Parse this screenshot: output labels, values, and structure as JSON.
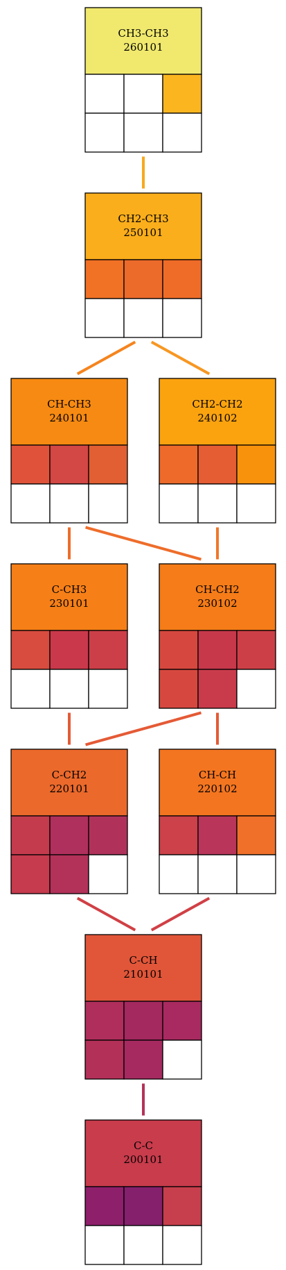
{
  "nodes": [
    {
      "id": "n260101",
      "label": "CH3-CH3",
      "code": "260101",
      "color": "#f0e96e",
      "cells": [
        "#ffffff",
        "#ffffff",
        "#fbb61f",
        "#ffffff",
        "#ffffff",
        "#ffffff"
      ]
    },
    {
      "id": "n250101",
      "label": "CH2-CH3",
      "code": "250101",
      "color": "#fbae1b",
      "cells": [
        "#f17225",
        "#ec6b2b",
        "#ef6c28",
        "#ffffff",
        "#ffffff",
        "#ffffff"
      ]
    },
    {
      "id": "n240101",
      "label": "CH-CH3",
      "code": "240101",
      "color": "#f78a12",
      "cells": [
        "#e0533a",
        "#d34744",
        "#e15f32",
        "#ffffff",
        "#ffffff",
        "#ffffff"
      ]
    },
    {
      "id": "n240102",
      "label": "CH2-CH2",
      "code": "240102",
      "color": "#fba30f",
      "cells": [
        "#ee6a2b",
        "#e55d33",
        "#f8920d",
        "#ffffff",
        "#ffffff",
        "#ffffff"
      ]
    },
    {
      "id": "n230101",
      "label": "C-CH3",
      "code": "230101",
      "color": "#f67f17",
      "cells": [
        "#d74c3f",
        "#c9394b",
        "#cc3f48",
        "#ffffff",
        "#ffffff",
        "#ffffff"
      ]
    },
    {
      "id": "n230102",
      "label": "CH-CH2",
      "code": "230102",
      "color": "#f57c18",
      "cells": [
        "#d6483f",
        "#c7384b",
        "#cd3f47",
        "#d6483f",
        "#c93b4b",
        "#ffffff"
      ]
    },
    {
      "id": "n220101",
      "label": "C-CH2",
      "code": "220101",
      "color": "#eb692b",
      "cells": [
        "#c53b4e",
        "#af305c",
        "#b0325b",
        "#c63b4d",
        "#b2325a",
        "#ffffff"
      ]
    },
    {
      "id": "n220102",
      "label": "CH-CH",
      "code": "220102",
      "color": "#f47520",
      "cells": [
        "#cc414a",
        "#b9365a",
        "#f0702a",
        "#ffffff",
        "#ffffff",
        "#ffffff"
      ]
    },
    {
      "id": "n210101",
      "label": "C-CH",
      "code": "210101",
      "color": "#e15639",
      "cells": [
        "#b02e5c",
        "#a4295f",
        "#a92a60",
        "#b33059",
        "#a62a60",
        "#ffffff"
      ]
    },
    {
      "id": "n200101",
      "label": "C-C",
      "code": "200101",
      "color": "#c83c4c",
      "cells": [
        "#8e1f6a",
        "#84206c",
        "#c73f4c",
        "#ffffff",
        "#ffffff",
        "#ffffff"
      ]
    }
  ],
  "edges": [
    {
      "from": "n260101",
      "to": "n250101",
      "color": "#f9a81e"
    },
    {
      "from": "n250101",
      "to": "n240101",
      "color": "#f5841e"
    },
    {
      "from": "n250101",
      "to": "n240102",
      "color": "#f79722"
    },
    {
      "from": "n240101",
      "to": "n230101",
      "color": "#ee6d2b"
    },
    {
      "from": "n240101",
      "to": "n230102",
      "color": "#ee6d2b"
    },
    {
      "from": "n240102",
      "to": "n230102",
      "color": "#f0762a"
    },
    {
      "from": "n230101",
      "to": "n220101",
      "color": "#e45a36"
    },
    {
      "from": "n230102",
      "to": "n220101",
      "color": "#e45a36"
    },
    {
      "from": "n230102",
      "to": "n220102",
      "color": "#e45a36"
    },
    {
      "from": "n220101",
      "to": "n210101",
      "color": "#d04045"
    },
    {
      "from": "n220102",
      "to": "n210101",
      "color": "#d04045"
    },
    {
      "from": "n210101",
      "to": "n200101",
      "color": "#b33359"
    }
  ]
}
